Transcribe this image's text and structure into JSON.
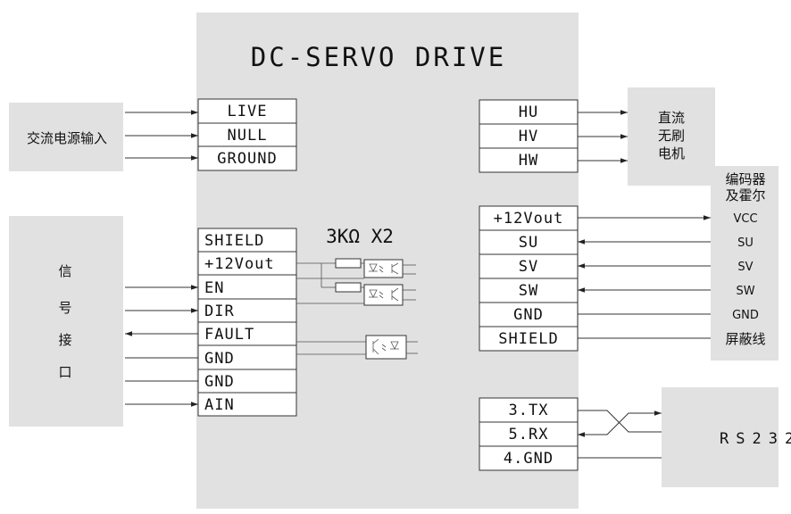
{
  "title": "DC-SERVO DRIVE",
  "ac_input": {
    "label": "交流电源输入",
    "pins": [
      "LIVE",
      "NULL",
      "GROUND"
    ]
  },
  "signal_interface": {
    "chars": [
      "信",
      "号",
      "接",
      "口"
    ],
    "pins": [
      "SHIELD",
      "+12Vout",
      "EN",
      "DIR",
      "FAULT",
      "GND",
      "GND",
      "AIN"
    ]
  },
  "resistor_label": "3KΩ X2",
  "dc_motor": {
    "label_lines": [
      "直流",
      "无刷",
      "电机"
    ],
    "pins": [
      "HU",
      "HV",
      "HW"
    ]
  },
  "encoder": {
    "label_lines": [
      "编码器",
      "及霍尔"
    ],
    "pins": [
      "+12Vout",
      "SU",
      "SV",
      "SW",
      "GND",
      "SHIELD"
    ],
    "signals": [
      "VCC",
      "SU",
      "SV",
      "SW",
      "GND",
      "屏蔽线"
    ]
  },
  "rs232": {
    "label": "RS232",
    "pins": [
      "3.TX",
      "5.RX",
      "4.GND"
    ]
  }
}
